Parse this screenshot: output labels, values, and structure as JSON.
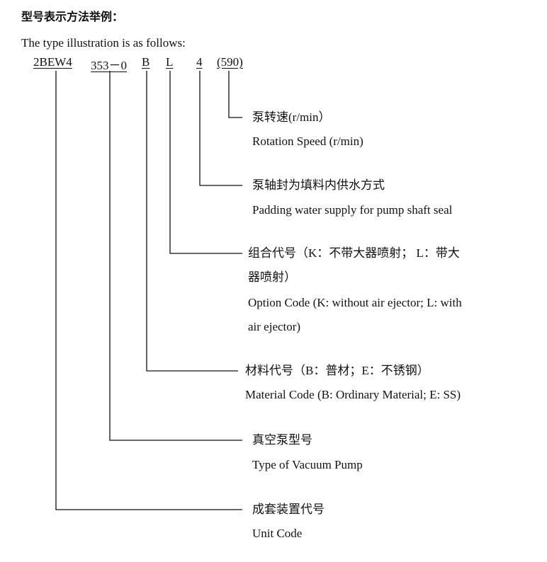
{
  "heading_zh": "型号表示方法举例：",
  "heading_en": "The type illustration is as follows:",
  "codes": [
    "2BEW4",
    "353－0",
    "B",
    "L",
    "4",
    "(590)"
  ],
  "legends": {
    "speed": {
      "zh": "泵转速(r/min）",
      "en": "Rotation Speed (r/min)"
    },
    "seal": {
      "zh": "泵轴封为填料内供水方式",
      "en": "Padding water supply for pump shaft seal"
    },
    "option": {
      "zh1": "组合代号（K：不带大器喷射；  L：带大",
      "zh2": "器喷射）",
      "en1": "Option Code (K: without air ejector; L: with",
      "en2": "air ejector)"
    },
    "material": {
      "zh": "材料代号（B：普材；E：不锈钢）",
      "en": "Material Code (B: Ordinary Material; E: SS)"
    },
    "pump_type": {
      "zh": "真空泵型号",
      "en": "Type of Vacuum Pump"
    },
    "unit": {
      "zh": "成套装置代号",
      "en": "Unit Code"
    }
  }
}
